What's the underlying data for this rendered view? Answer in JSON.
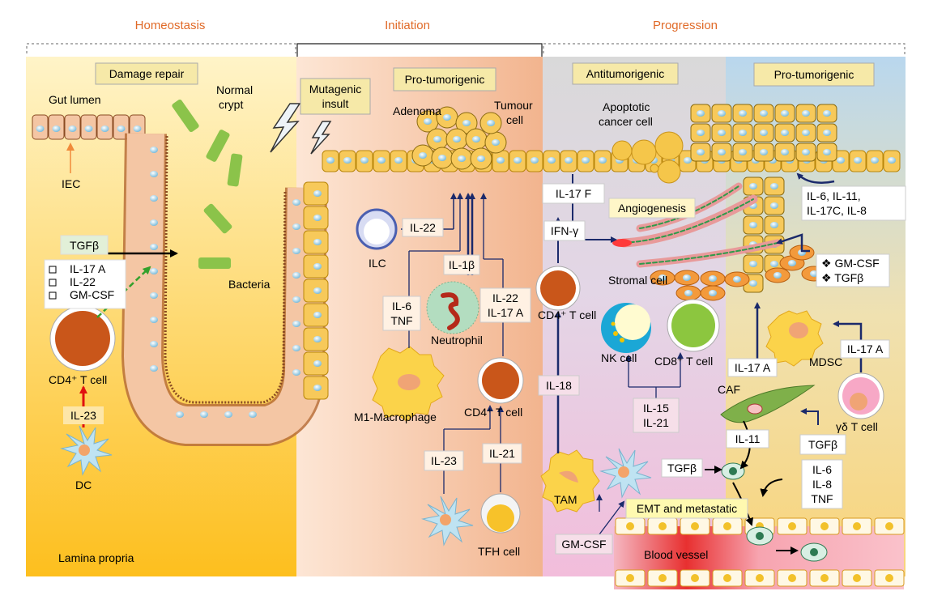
{
  "phases": {
    "homeostasis": "Homeostasis",
    "initiation": "Initiation",
    "progression": "Progression"
  },
  "zone_titles": {
    "damage_repair": "Damage repair",
    "mutagenic_insult": [
      "Mutagenic",
      "insult"
    ],
    "pro_tumorigenic_1": "Pro-tumorigenic",
    "antitumorigenic": "Antitumorigenic",
    "pro_tumorigenic_2": "Pro-tumorigenic"
  },
  "homeostasis": {
    "gut_lumen": "Gut lumen",
    "normal_crypt": [
      "Normal",
      "crypt"
    ],
    "iec": "IEC",
    "tgfb": "TGFβ",
    "cytokines": [
      "IL-17 A",
      "IL-22",
      "GM-CSF"
    ],
    "bacteria": "Bacteria",
    "cd4_t_cell": "CD4⁺ T cell",
    "il23": "IL-23",
    "dc": "DC",
    "lamina_propria": "Lamina propria"
  },
  "initiation": {
    "adenoma": "Adenoma",
    "tumour_cell": [
      "Tumour",
      "cell"
    ],
    "il22": "IL-22",
    "ilc": "ILC",
    "il1b": "IL-1β",
    "il6_tnf": [
      "IL-6",
      "TNF"
    ],
    "il22_il17a": [
      "IL-22",
      "IL-17 A"
    ],
    "neutrophil": "Neutrophil",
    "m1_macrophage": "M1-Macrophage",
    "cd4_t_cell": "CD4⁺ T cell",
    "il23": "IL-23",
    "il21": "IL-21",
    "tfh_cell": "TFH cell"
  },
  "progression": {
    "apoptotic": [
      "Apoptotic",
      "cancer cell"
    ],
    "il17f": "IL-17 F",
    "ifng": "IFN-γ",
    "angiogenesis": "Angiogenesis",
    "il_list": [
      "IL-6, IL-11,",
      "IL-17C, IL-8"
    ],
    "gmcsf_tgfb": [
      "❖ GM-CSF",
      "❖ TGFβ"
    ],
    "stromal_cell": "Stromal cell",
    "cd4_t_cell": "CD4⁺ T cell",
    "nk_cell": "NK cell",
    "cd8_t_cell": "CD8⁺ T cell",
    "mdsc": "MDSC",
    "il17a_left": "IL-17 A",
    "il17a_right": "IL-17 A",
    "il18": "IL-18",
    "caf": "CAF",
    "il15_il21": [
      "IL-15",
      "IL-21"
    ],
    "il11": "IL-11",
    "tgfb_a": "TGFβ",
    "tgfb_b": "TGFβ",
    "gd_t_cell": "γδ T cell",
    "tam": "TAM",
    "il6_il8_tnf": [
      "IL-6",
      "IL-8",
      "TNF"
    ],
    "emt": "EMT and metastatic",
    "gmcsf": "GM-CSF",
    "blood_vessel": "Blood vessel"
  },
  "colors": {
    "phase_text": "#e06a28",
    "title_box": "#f6e9a8",
    "arrow_dark": "#1b2a6b",
    "arrow_red": "#e01010",
    "arrow_green": "#33a02c",
    "arrow_black": "#000000",
    "bacteria": "#8bc34a"
  }
}
